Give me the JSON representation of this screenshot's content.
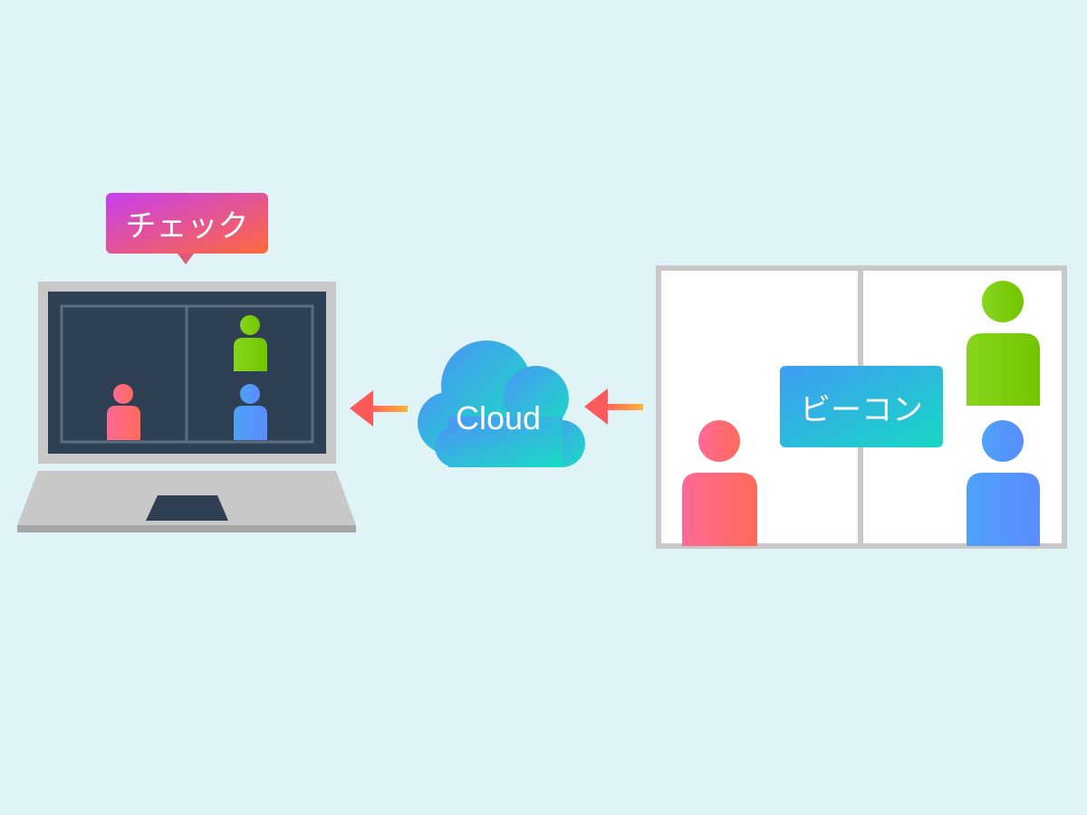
{
  "diagram": {
    "check_label": "チェック",
    "cloud_label": "Cloud",
    "beacon_label": "ビーコン"
  },
  "colors": {
    "background": "#e0f3f6",
    "laptop_frame": "#c8c8c8",
    "laptop_screen": "#2f4055",
    "laptop_touchpad": "#2f4055",
    "room_frame": "#c8c8c8",
    "room_fill": "#ffffff",
    "person_pink_start": "#ff6a95",
    "person_pink_end": "#ff6a5a",
    "person_green_start": "#86d61e",
    "person_green_end": "#73c400",
    "person_blue_start": "#4ea2f7",
    "person_blue_end": "#5a8cff",
    "check_badge_start": "#c63ff0",
    "check_badge_end": "#ff6a3a",
    "cloud_start": "#4a96f5",
    "cloud_end": "#19dcc3",
    "beacon_start": "#3f9cf4",
    "beacon_end": "#17d8c4",
    "arrow_head": "#ff5a5a",
    "arrow_tail": "#ffb43a"
  },
  "icons": {
    "laptop": "laptop-icon",
    "cloud": "cloud-icon",
    "arrow": "arrow-left-icon",
    "person": "person-icon",
    "room": "room-floorplan-icon"
  }
}
